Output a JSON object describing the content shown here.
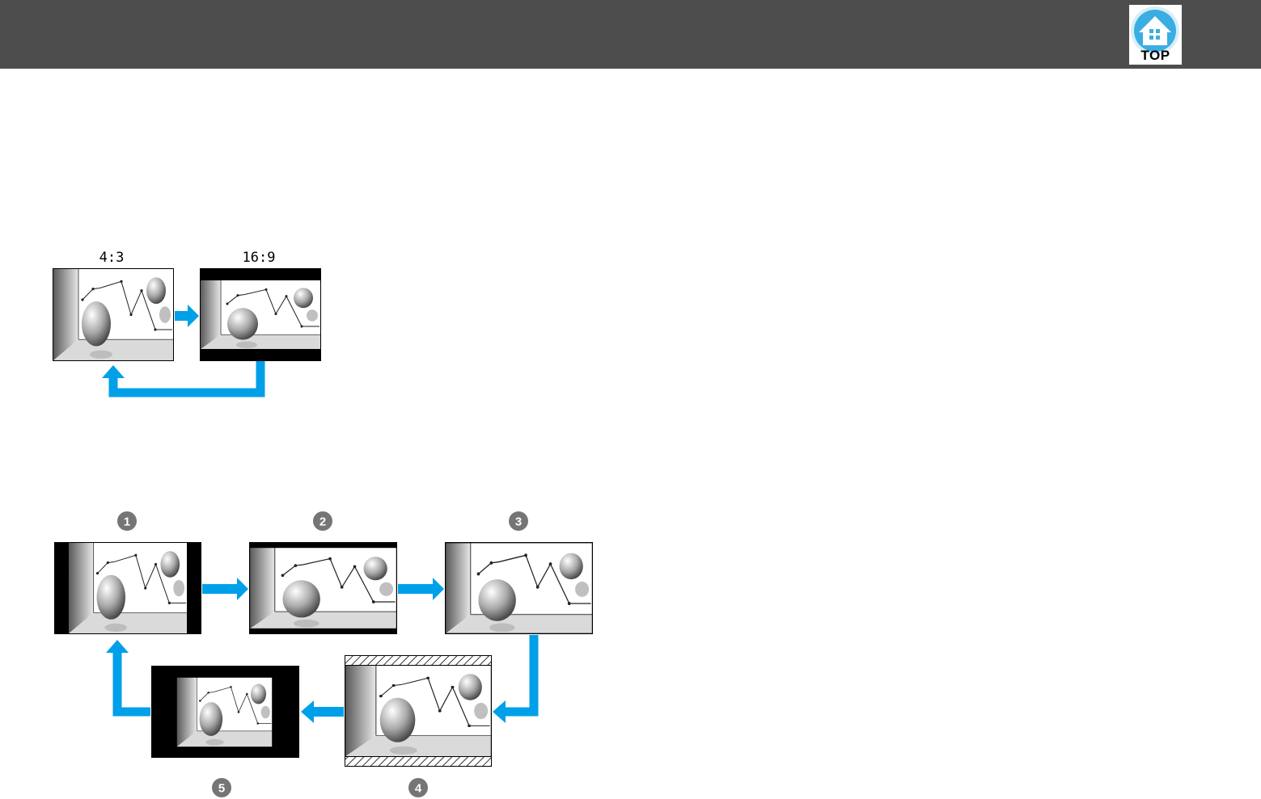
{
  "header": {
    "top_button_label": "TOP",
    "top_icon": "home-icon"
  },
  "diagram1": {
    "labels": [
      "4:3",
      "16:9"
    ]
  },
  "diagram2": {
    "step_numbers": [
      "1",
      "2",
      "3",
      "4",
      "5"
    ]
  },
  "colors": {
    "header_bg": "#4d4d4d",
    "arrow": "#00a0e9",
    "top_icon_bg": "#2aa5dc"
  }
}
